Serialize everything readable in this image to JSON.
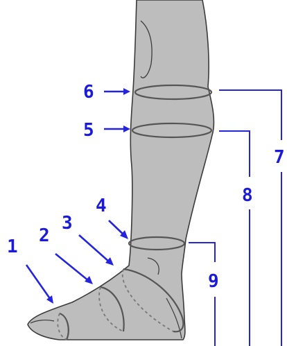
{
  "diagram": {
    "labels": {
      "m1": "1",
      "m2": "2",
      "m3": "3",
      "m4": "4",
      "m5": "5",
      "m6": "6",
      "m7": "7",
      "m8": "8",
      "m9": "9"
    },
    "colors": {
      "annotation": "#1a1ad8",
      "skin": "#bdbdbd",
      "outline": "#3a3a3a"
    }
  }
}
